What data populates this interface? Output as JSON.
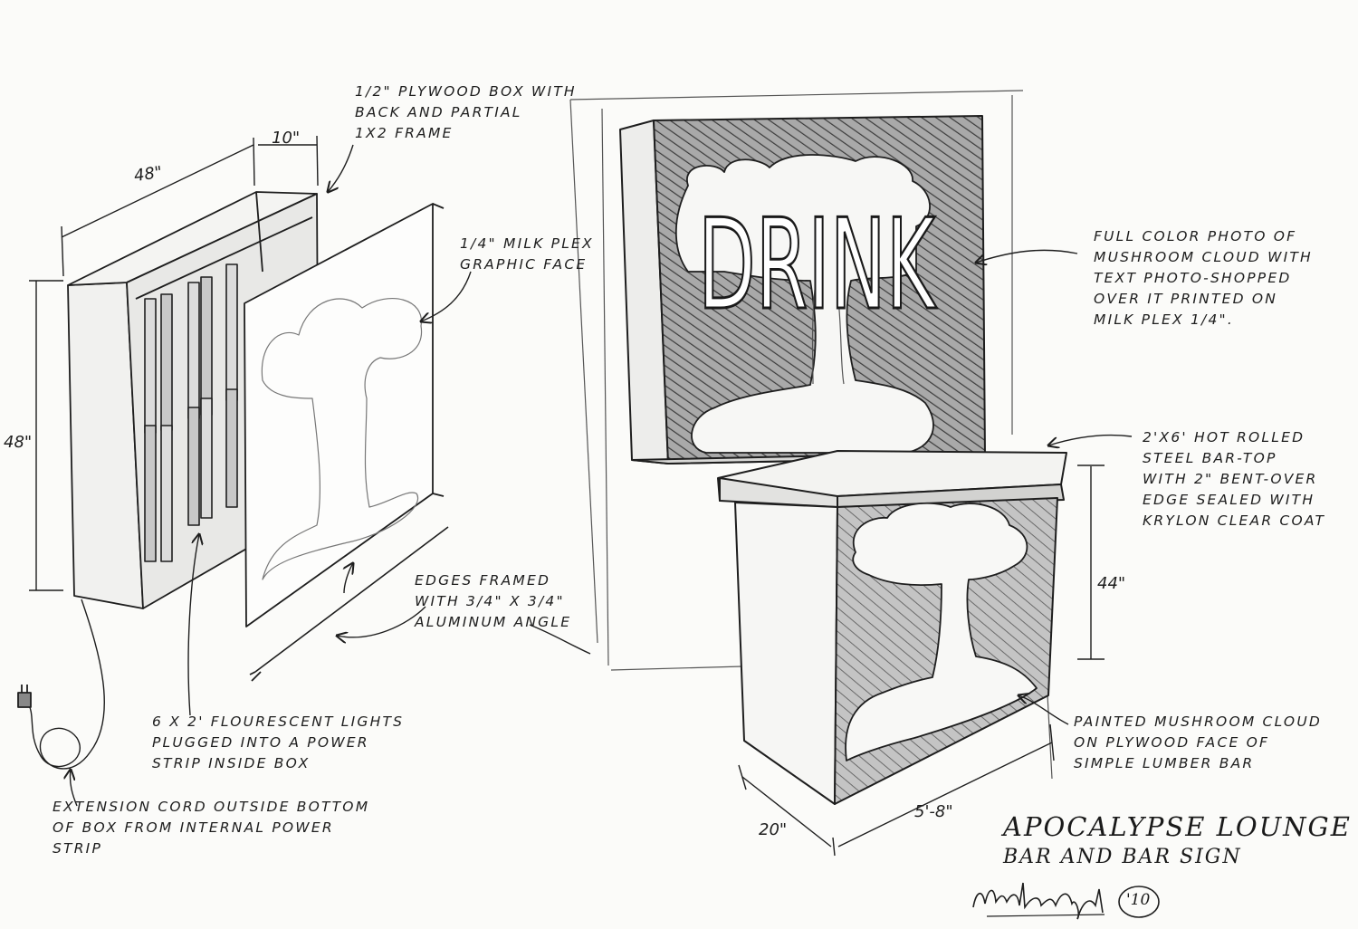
{
  "notes": {
    "plywood_box": [
      "1/2\" PLYWOOD BOX WITH",
      "BACK AND PARTIAL",
      "1X2 FRAME"
    ],
    "milk_plex": [
      "1/4\" MILK PLEX",
      "GRAPHIC FACE"
    ],
    "edges": [
      "EDGES FRAMED",
      "WITH 3/4\" X 3/4\"",
      "ALUMINUM ANGLE"
    ],
    "lights": [
      "6 X 2' FLOURESCENT LIGHTS",
      "PLUGGED INTO A POWER",
      "STRIP INSIDE BOX"
    ],
    "cord": [
      "EXTENSION CORD OUTSIDE BOTTOM",
      "OF BOX FROM INTERNAL POWER",
      "STRIP"
    ],
    "photo": [
      "FULL COLOR PHOTO OF",
      "MUSHROOM CLOUD WITH",
      "TEXT PHOTO-SHOPPED",
      "OVER IT PRINTED ON",
      "MILK PLEX 1/4\"."
    ],
    "bartop": [
      "2'X6' HOT ROLLED",
      "STEEL BAR-TOP",
      "WITH 2\" BENT-OVER",
      "EDGE SEALED WITH",
      "KRYLON CLEAR COAT"
    ],
    "painted": [
      "PAINTED MUSHROOM CLOUD",
      "ON PLYWOOD FACE OF",
      "SIMPLE LUMBER BAR"
    ]
  },
  "dimensions": {
    "box_width": "48\"",
    "box_depth": "10\"",
    "box_height": "48\"",
    "bar_height": "44\"",
    "bar_depth": "20\"",
    "bar_width": "5'-8\""
  },
  "sign_text": "DRINK",
  "title": {
    "line1": "Apocalypse Lounge",
    "line2": "Bar and Bar Sign",
    "date": "'10"
  },
  "colors": {
    "ink": "#1e1e1e",
    "paper": "#fbfbf9",
    "shade": "#8a8a8a"
  }
}
